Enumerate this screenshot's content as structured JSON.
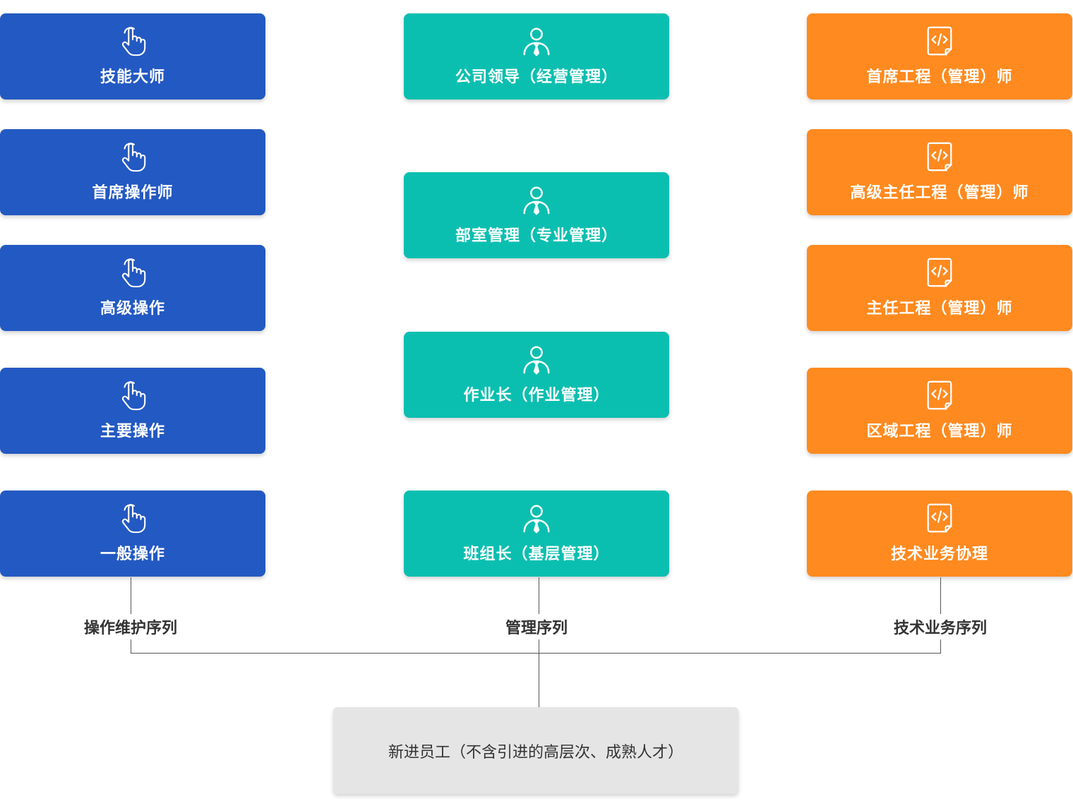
{
  "colors": {
    "operation": "#2359c2",
    "management": "#0bbfb0",
    "technical": "#ff8a1f",
    "base": "#e5e5e5"
  },
  "icons": {
    "operation": "hand-pointer-icon",
    "management": "manager-icon",
    "technical": "code-file-icon"
  },
  "operation": {
    "items": [
      "技能大师",
      "首席操作师",
      "高级操作",
      "主要操作",
      "一般操作"
    ],
    "sequence_label": "操作维护序列"
  },
  "management": {
    "items": [
      "公司领导（经营管理）",
      "部室管理（专业管理）",
      "作业长（作业管理）",
      "班组长（基层管理）"
    ],
    "sequence_label": "管理序列"
  },
  "technical": {
    "items": [
      "首席工程（管理）师",
      "高级主任工程（管理）师",
      "主任工程（管理）师",
      "区域工程（管理）师",
      "技术业务协理"
    ],
    "sequence_label": "技术业务序列"
  },
  "base": {
    "label": "新进员工（不含引进的高层次、成熟人才）"
  }
}
